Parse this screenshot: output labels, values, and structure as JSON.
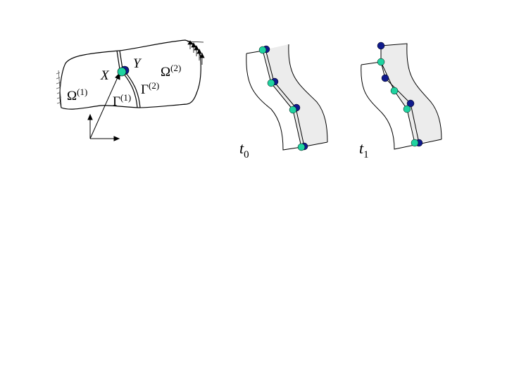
{
  "labels": {
    "x": "X",
    "y": "Y",
    "omega1": "Ω",
    "omega1_sup": "(1)",
    "omega2": "Ω",
    "omega2_sup": "(2)",
    "gamma1": "Γ",
    "gamma1_sup": "(1)",
    "gamma2": "Γ",
    "gamma2_sup": "(2)",
    "t0": "t",
    "t0_sub": "0",
    "t1": "t",
    "t1_sub": "1"
  },
  "colors": {
    "green_node": "#1fd3a0",
    "blue_node": "#0f1a8c",
    "shaded": "#ececec"
  }
}
